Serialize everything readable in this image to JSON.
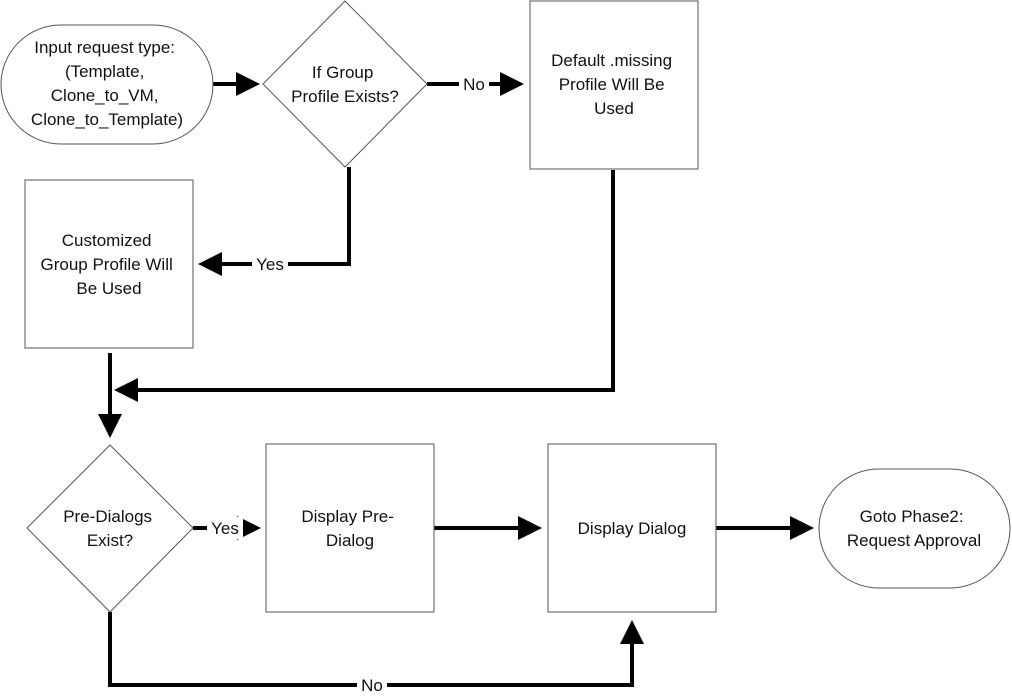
{
  "diagram": {
    "type": "flowchart",
    "nodes": {
      "input": {
        "kind": "terminator",
        "lines": [
          "Input request type:",
          "(Template,",
          "Clone_to_VM,",
          "Clone_to_Template)"
        ]
      },
      "group_check": {
        "kind": "decision",
        "lines": [
          "If Group",
          "Profile Exists?"
        ]
      },
      "default_profile": {
        "kind": "process",
        "lines": [
          "Default .missing",
          "Profile Will Be",
          "Used"
        ]
      },
      "custom_profile": {
        "kind": "process",
        "lines": [
          "Customized",
          "Group Profile Will",
          "Be Used"
        ]
      },
      "predialog_check": {
        "kind": "decision",
        "lines": [
          "Pre-Dialogs",
          "Exist?"
        ]
      },
      "display_predialog": {
        "kind": "process",
        "lines": [
          "Display Pre-",
          "Dialog"
        ]
      },
      "display_dialog": {
        "kind": "process",
        "lines": [
          "Display Dialog"
        ]
      },
      "goto_phase2": {
        "kind": "terminator",
        "lines": [
          "Goto Phase2:",
          "Request Approval"
        ]
      }
    },
    "edges": [
      {
        "from": "input",
        "to": "group_check",
        "label": ""
      },
      {
        "from": "group_check",
        "to": "default_profile",
        "label": "No"
      },
      {
        "from": "group_check",
        "to": "custom_profile",
        "label": "Yes"
      },
      {
        "from": "default_profile",
        "to": "predialog_check",
        "label": ""
      },
      {
        "from": "custom_profile",
        "to": "predialog_check",
        "label": ""
      },
      {
        "from": "predialog_check",
        "to": "display_predialog",
        "label": "Yes"
      },
      {
        "from": "predialog_check",
        "to": "display_dialog",
        "label": "No"
      },
      {
        "from": "display_predialog",
        "to": "display_dialog",
        "label": ""
      },
      {
        "from": "display_dialog",
        "to": "goto_phase2",
        "label": ""
      }
    ]
  }
}
